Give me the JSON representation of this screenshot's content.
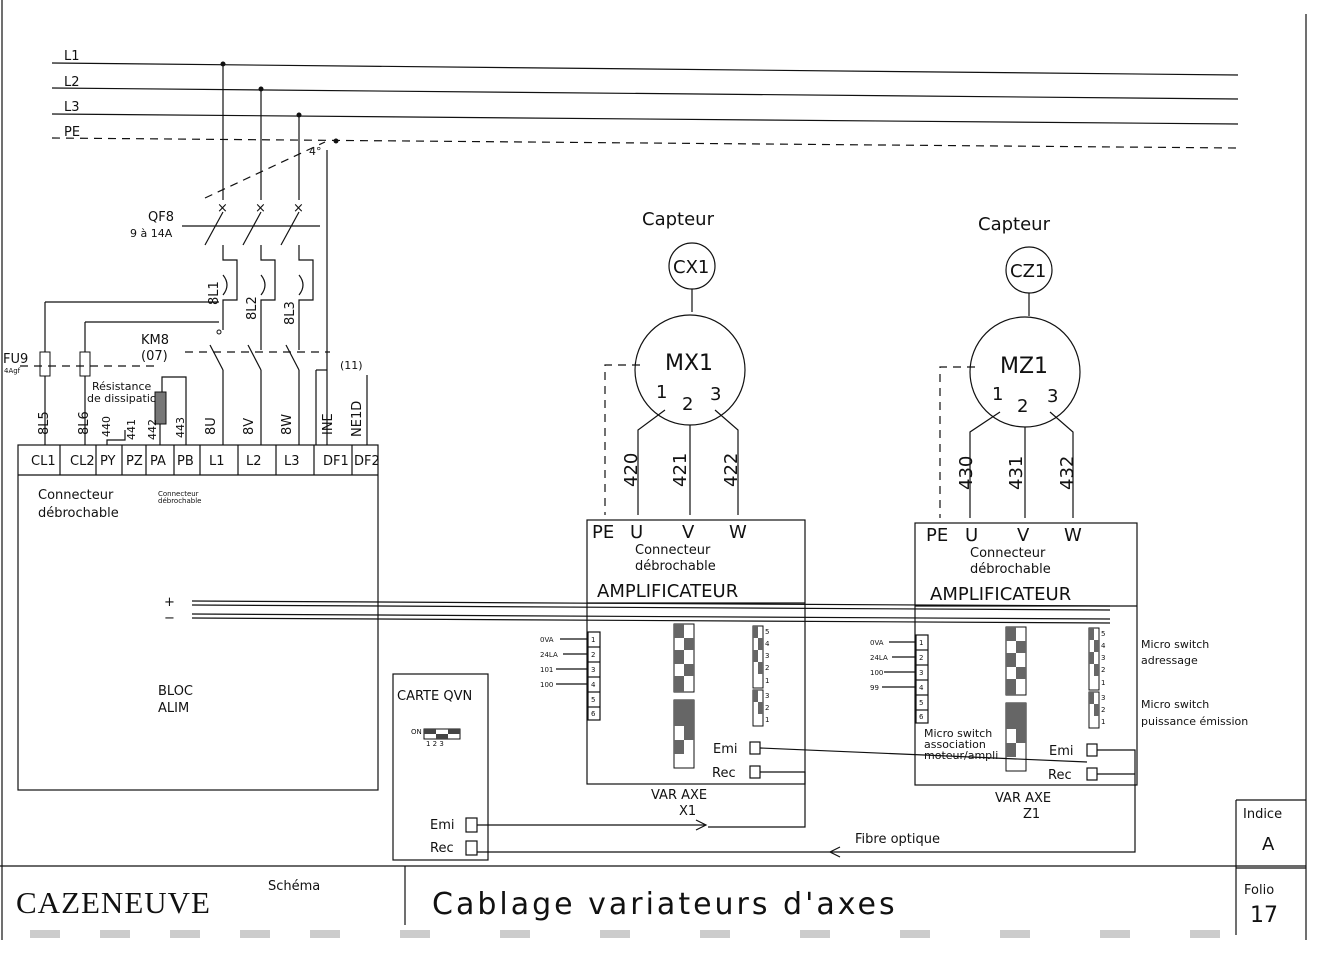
{
  "lines": {
    "l1": "L1",
    "l2": "L2",
    "l3": "L3",
    "pe": "PE"
  },
  "breaker": {
    "ref": "QF8",
    "rating": "9 à 14A",
    "angle": "4°"
  },
  "contactor": {
    "ref": "KM8",
    "folio_ref": "(07)",
    "aux_ref": "(11)"
  },
  "fuse": {
    "ref": "FU9",
    "rating": "4Agf"
  },
  "resistor": {
    "line1": "Résistance",
    "line2": "de dissipation"
  },
  "wires": {
    "w_8l1": "8L1",
    "w_8l2": "8L2",
    "w_8l3": "8L3",
    "w_8l5": "8L5",
    "w_8l6": "8L6",
    "w_440": "440",
    "w_441": "441",
    "w_442": "442",
    "w_443": "443",
    "w_8u": "8U",
    "w_8v": "8V",
    "w_8w": "8W",
    "w_ine": "INE",
    "w_ne1d": "NE1D"
  },
  "power_block": {
    "terminals": [
      "CL1",
      "CL2",
      "PY",
      "PZ",
      "PA",
      "PB",
      "L1",
      "L2",
      "L3",
      "DF1",
      "DF2"
    ],
    "connector_line1": "Connecteur",
    "connector_line2": "débrochable",
    "small_connector_line1": "Connecteur",
    "small_connector_line2": "débrochable",
    "plus": "+",
    "minus": "−",
    "name_line1": "BLOC",
    "name_line2": "ALIM"
  },
  "axis_x": {
    "sensor_title": "Capteur",
    "sensor": "CX1",
    "motor": "MX1",
    "phase1": "1",
    "phase2": "2",
    "phase3": "3",
    "wire_u": "420",
    "wire_v": "421",
    "wire_w": "422",
    "terminals": {
      "pe": "PE",
      "u": "U",
      "v": "V",
      "w": "W"
    },
    "connector_line1": "Connecteur",
    "connector_line2": "débrochable",
    "amp": "AMPLIFICATEUR",
    "io_labels": [
      "0VA",
      "24LA",
      "101",
      "100"
    ],
    "io_numbers": [
      "1",
      "2",
      "3",
      "4",
      "5",
      "6"
    ],
    "switch_numbers_a": [
      "5",
      "4",
      "3",
      "2",
      "1"
    ],
    "switch_numbers_b": [
      "3",
      "2",
      "1"
    ],
    "emi": "Emi",
    "rec": "Rec",
    "title_line1": "VAR AXE",
    "title_line2": "X1"
  },
  "axis_z": {
    "sensor_title": "Capteur",
    "sensor": "CZ1",
    "motor": "MZ1",
    "phase1": "1",
    "phase2": "2",
    "phase3": "3",
    "wire_u": "430",
    "wire_v": "431",
    "wire_w": "432",
    "terminals": {
      "pe": "PE",
      "u": "U",
      "v": "V",
      "w": "W"
    },
    "connector_line1": "Connecteur",
    "connector_line2": "débrochable",
    "amp": "AMPLIFICATEUR",
    "io_labels": [
      "0VA",
      "24LA",
      "100",
      "99"
    ],
    "io_numbers": [
      "1",
      "2",
      "3",
      "4",
      "5",
      "6"
    ],
    "switch_numbers_a": [
      "5",
      "4",
      "3",
      "2",
      "1"
    ],
    "switch_numbers_b": [
      "3",
      "2",
      "1"
    ],
    "emi": "Emi",
    "rec": "Rec",
    "assoc_line1": "Micro switch",
    "assoc_line2": "association",
    "assoc_line3": "moteur/ampli",
    "title_line1": "VAR AXE",
    "title_line2": "Z1"
  },
  "notes": {
    "addr_line1": "Micro switch",
    "addr_line2": "adressage",
    "power_line1": "Micro switch",
    "power_line2": "puissance émission"
  },
  "qvn": {
    "title": "CARTE QVN",
    "on": "ON",
    "dip_numbers": "1 2 3",
    "emi": "Emi",
    "rec": "Rec"
  },
  "fibre": "Fibre optique",
  "title_block": {
    "company": "CAZENEUVE",
    "schema_label": "Schéma",
    "title": "Cablage variateurs d'axes",
    "indice_label": "Indice",
    "indice_value": "A",
    "folio_label": "Folio",
    "folio_value": "17"
  }
}
